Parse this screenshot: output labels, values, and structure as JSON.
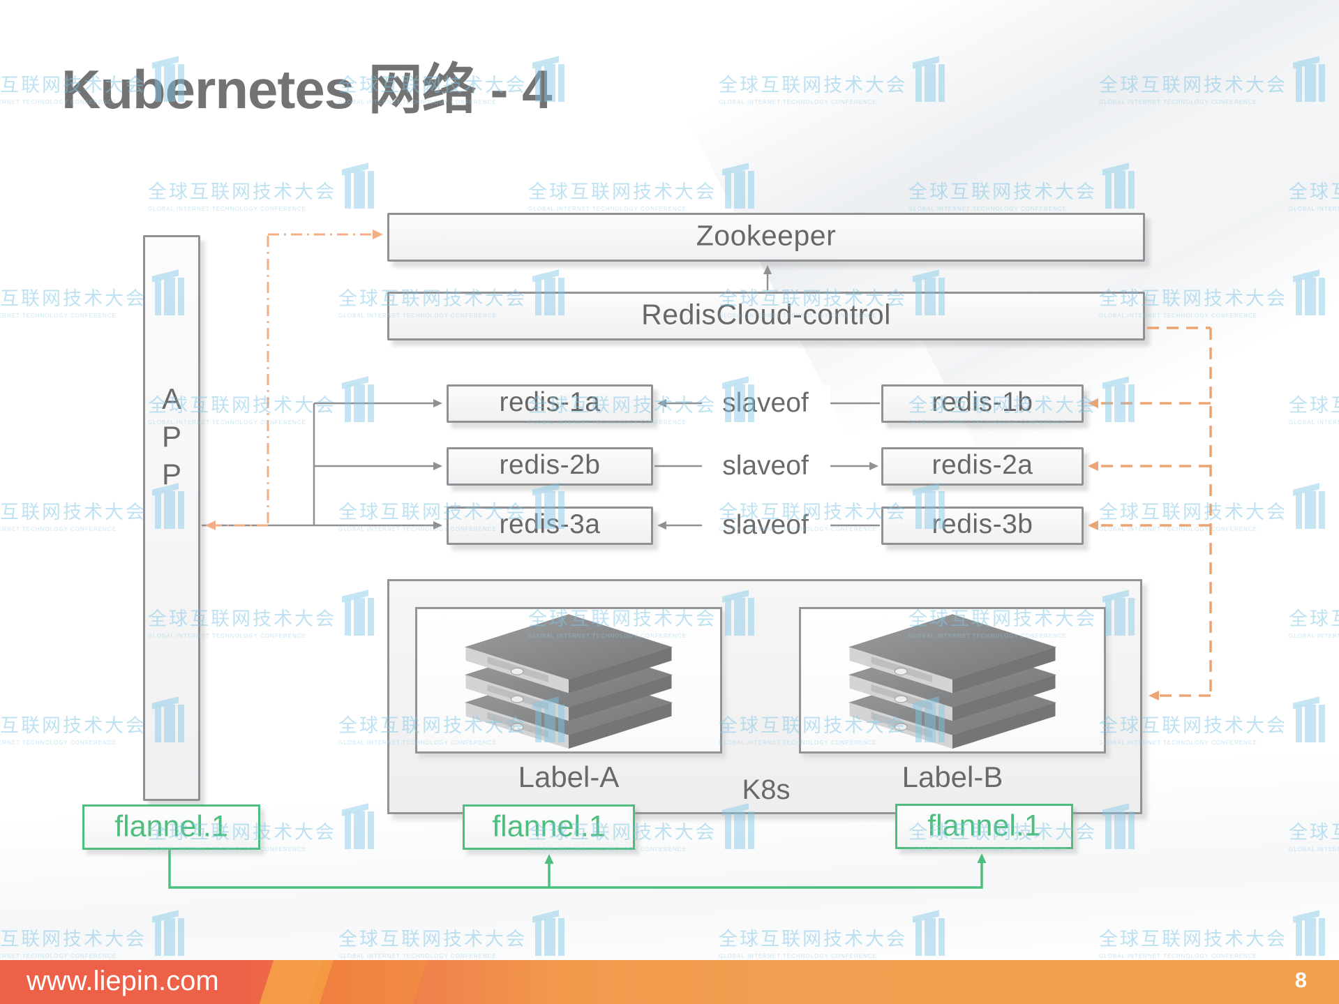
{
  "title": "Kubernetes 网络 - 4",
  "watermark": {
    "text": "全球互联网技术大会",
    "subtext": "GLOBAL INTERNET TECHNOLOGY CONFERENCE"
  },
  "colors": {
    "green": "#4dbe7e",
    "orange_dashed": "#eba473",
    "orange_dashdot": "#f2ae87",
    "box_border_gray": "#8f9194",
    "text_gray": "#676767",
    "footer_left": "#ed6148",
    "footer_right": "#f1a04f"
  },
  "diagram": {
    "app": {
      "letters": [
        "A",
        "P",
        "P"
      ]
    },
    "zookeeper_label": "Zookeeper",
    "redis_cloud_label": "RedisCloud-control",
    "redis_rows": [
      {
        "left": "redis-1a",
        "relation": "slaveof",
        "right": "redis-1b"
      },
      {
        "left": "redis-2b",
        "relation": "slaveof",
        "right": "redis-2a"
      },
      {
        "left": "redis-3a",
        "relation": "slaveof",
        "right": "redis-3b"
      }
    ],
    "k8s": {
      "label": "K8s",
      "nodes": [
        {
          "label": "Label-A"
        },
        {
          "label": "Label-B"
        }
      ]
    },
    "flannel": [
      "flannel.1",
      "flannel.1",
      "flannel.1"
    ]
  },
  "footer": {
    "url": "www.liepin.com",
    "page": "8"
  }
}
